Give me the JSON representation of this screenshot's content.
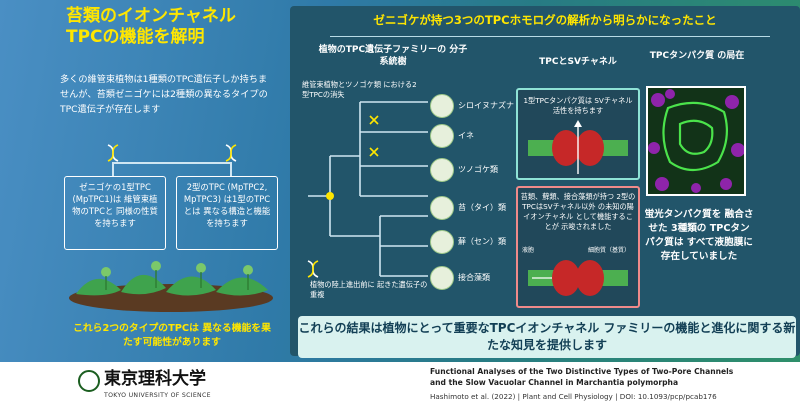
{
  "left": {
    "title_line1": "苔類のイオンチャネル",
    "title_line2": "TPCの機能を解明",
    "intro": "多くの維管束植物は1種類のTPC遺伝子しか持ちませんが、苔類ゼニゴケには2種類の異なるタイプのTPC遺伝子が存在します",
    "box1": "ゼニゴケの1型TPC (MpTPC1)は 維管束植物のTPCと 同様の性質を持ちます",
    "box2": "2型のTPC (MpTPC2, MpTPC3) は1型のTPCとは 異なる構造と機能を持ちます",
    "conclusion": "これら2つのタイプのTPCは 異なる機能を果たす可能性があります"
  },
  "right": {
    "title": "ゼニゴケが持つ3つのTPCホモログの解析から明らかになったこと",
    "tree_heading": "植物のTPC遺伝子ファミリーの 分子系統樹",
    "tree_note_top": "維管束植物とツノゴケ類 における2型TPCの消失",
    "tree_note_bottom": "植物の陸上進出前に 起きた遺伝子の重複",
    "species": [
      "シロイヌナズナ",
      "イネ",
      "ツノゴケ類",
      "苔（タイ）類",
      "蘚（セン）類",
      "接合藻類"
    ],
    "sv_heading": "TPCとSVチャネル",
    "sv1_text": "1型TPCタンパク質は SVチャネル活性を持ちます",
    "sv2_text": "苔類、蘚類、接合藻類が持つ 2型のTPCはSVチャネル以外 の未知の陽イオンチャネル として機能することが 示唆されました",
    "sv_label_vacuole": "液胞",
    "sv_label_cytosol": "細胞質（基質）",
    "loc_heading": "TPCタンパク質 の局在",
    "loc_text": "蛍光タンパク質を 融合させた 3種類の TPCタンパク質は すべて液胞膜に 存在していました",
    "banner": "これらの結果は植物にとって重要なTPCイオンチャネル ファミリーの機能と進化に関する新たな知見を提供します"
  },
  "footer": {
    "university": "東京理科大学",
    "university_en": "TOKYO UNIVERSITY OF SCIENCE",
    "paper_title_line1": "Functional Analyses of the Two Distinctive Types of Two-Pore Channels",
    "paper_title_line2": "and the Slow Vacuolar Channel in Marchantia polymorpha",
    "citation": "Hashimoto et al. (2022) | Plant and Cell Physiology | DOI: 10.1093/pcp/pcab176"
  },
  "colors": {
    "accent_yellow": "#ffe600",
    "panel_dark": "#22556a",
    "sv1_border": "#8fe3d6",
    "sv2_border": "#f08a8a"
  }
}
